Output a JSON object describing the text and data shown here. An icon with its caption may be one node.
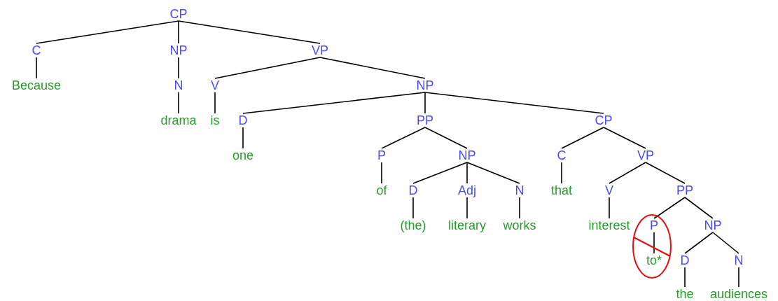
{
  "diagram": {
    "nodes": [
      {
        "text": [
          "CP"
        ]
      },
      {
        "text": [
          "C"
        ]
      },
      {
        "text": [
          "Because"
        ]
      },
      {
        "text": [
          "NP"
        ]
      },
      {
        "text": [
          "N"
        ]
      },
      {
        "text": [
          "drama"
        ]
      },
      {
        "text": [
          "VP"
        ]
      },
      {
        "text": [
          "V"
        ]
      },
      {
        "text": [
          "is"
        ]
      },
      {
        "text": [
          "NP"
        ]
      },
      {
        "text": [
          "D"
        ]
      },
      {
        "text": [
          "one"
        ]
      },
      {
        "text": [
          "PP"
        ]
      },
      {
        "text": [
          "P"
        ]
      },
      {
        "text": [
          "of"
        ]
      },
      {
        "text": [
          "NP"
        ]
      },
      {
        "text": [
          "D"
        ]
      },
      {
        "text": [
          "(the)"
        ]
      },
      {
        "text": [
          "Adj"
        ]
      },
      {
        "text": [
          "literary"
        ]
      },
      {
        "text": [
          "N"
        ]
      },
      {
        "text": [
          "works"
        ]
      },
      {
        "text": [
          "CP"
        ]
      },
      {
        "text": [
          "C"
        ]
      },
      {
        "text": [
          "that"
        ]
      },
      {
        "text": [
          "VP"
        ]
      },
      {
        "text": [
          "V"
        ]
      },
      {
        "text": [
          "interest"
        ]
      },
      {
        "text": [
          "PP"
        ]
      },
      {
        "text": [
          "P"
        ]
      },
      {
        "text": [
          "to*"
        ]
      },
      {
        "text": [
          "NP"
        ]
      },
      {
        "text": [
          "D"
        ]
      },
      {
        "text": [
          "the"
        ]
      },
      {
        "text": [
          "N"
        ]
      },
      {
        "text": [
          "audiences"
        ]
      }
    ],
    "edges": [
      {
        "from": 0,
        "to": 1,
        "arrow": "none"
      },
      {
        "from": 1,
        "to": 2,
        "arrow": "none"
      },
      {
        "from": 0,
        "to": 3,
        "arrow": "none"
      },
      {
        "from": 3,
        "to": 4,
        "arrow": "none"
      },
      {
        "from": 4,
        "to": 5,
        "arrow": "none"
      },
      {
        "from": 0,
        "to": 6,
        "arrow": "none"
      },
      {
        "from": 6,
        "to": 7,
        "arrow": "none"
      },
      {
        "from": 7,
        "to": 8,
        "arrow": "none"
      },
      {
        "from": 6,
        "to": 9,
        "arrow": "none"
      },
      {
        "from": 9,
        "to": 10,
        "arrow": "none"
      },
      {
        "from": 10,
        "to": 11,
        "arrow": "none"
      },
      {
        "from": 9,
        "to": 12,
        "arrow": "none"
      },
      {
        "from": 12,
        "to": 13,
        "arrow": "none"
      },
      {
        "from": 13,
        "to": 14,
        "arrow": "none"
      },
      {
        "from": 12,
        "to": 15,
        "arrow": "none"
      },
      {
        "from": 15,
        "to": 16,
        "arrow": "none"
      },
      {
        "from": 16,
        "to": 17,
        "arrow": "none"
      },
      {
        "from": 15,
        "to": 18,
        "arrow": "none"
      },
      {
        "from": 18,
        "to": 19,
        "arrow": "none"
      },
      {
        "from": 15,
        "to": 20,
        "arrow": "none"
      },
      {
        "from": 20,
        "to": 21,
        "arrow": "none"
      },
      {
        "from": 9,
        "to": 22,
        "arrow": "none"
      },
      {
        "from": 22,
        "to": 23,
        "arrow": "none"
      },
      {
        "from": 23,
        "to": 24,
        "arrow": "none"
      },
      {
        "from": 22,
        "to": 25,
        "arrow": "none"
      },
      {
        "from": 25,
        "to": 26,
        "arrow": "none"
      },
      {
        "from": 26,
        "to": 27,
        "arrow": "none"
      },
      {
        "from": 25,
        "to": 28,
        "arrow": "none"
      },
      {
        "from": 28,
        "to": 29,
        "arrow": "none"
      },
      {
        "from": 29,
        "to": 30,
        "arrow": "none"
      },
      {
        "from": 28,
        "to": 31,
        "arrow": "none"
      },
      {
        "from": 31,
        "to": 32,
        "arrow": "none"
      },
      {
        "from": 32,
        "to": 33,
        "arrow": "none"
      },
      {
        "from": 31,
        "to": 34,
        "arrow": "none"
      },
      {
        "from": 34,
        "to": 35,
        "arrow": "none"
      }
    ]
  }
}
